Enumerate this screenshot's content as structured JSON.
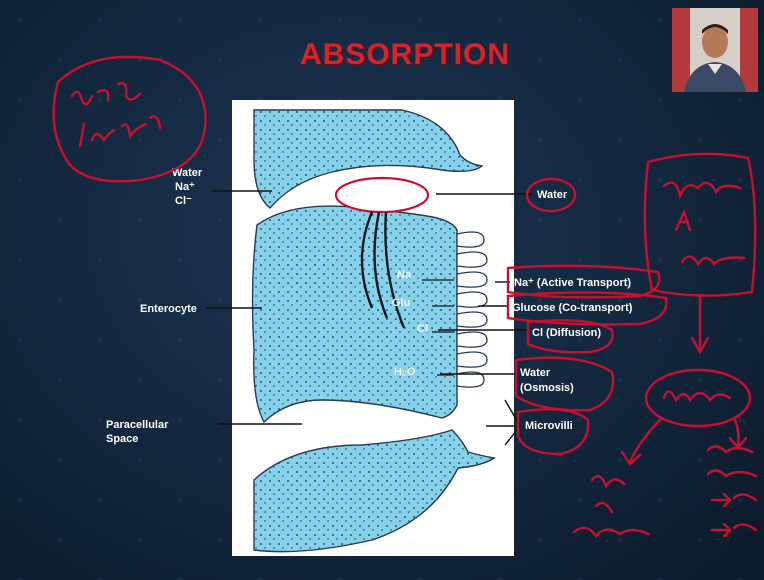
{
  "slide": {
    "title": "ABSORPTION",
    "colors": {
      "title": "#d8232a",
      "ink": "#c8102e",
      "background": "#12263d",
      "cell": "#7fd0e8"
    }
  },
  "labels": {
    "left": {
      "water_ions": [
        "Water",
        "Na⁺",
        "Cl⁻"
      ],
      "enterocyte": "Enterocyte",
      "paracellular": [
        "Paracellular",
        "Space"
      ]
    },
    "right": {
      "water": "Water",
      "sodium": "Na⁺ (Active Transport)",
      "glucose": "Glucose (Co-transport)",
      "chloride": "Cl (Diffusion)",
      "osmosis": [
        "Water",
        "(Osmosis)"
      ],
      "microvilli": "Microvilli"
    }
  },
  "icons": [
    "webcam-presenter"
  ]
}
